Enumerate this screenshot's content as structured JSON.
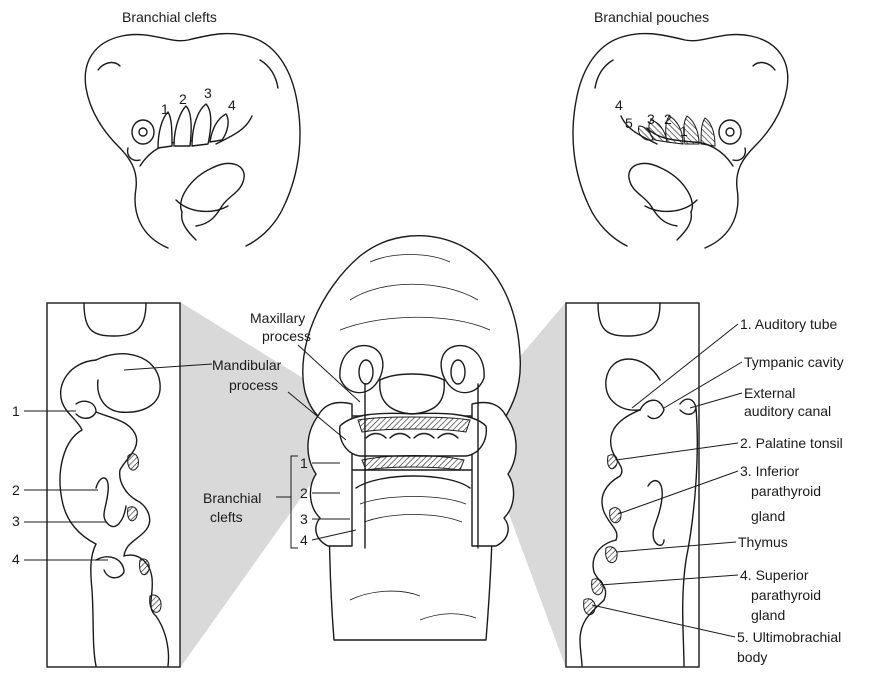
{
  "titles": {
    "left": "Branchial clefts",
    "right": "Branchial pouches"
  },
  "left_embryo_numbers": [
    "1",
    "2",
    "3",
    "4"
  ],
  "right_embryo_numbers": [
    "4",
    "5",
    "3",
    "2",
    "1"
  ],
  "center_labels": {
    "maxillary": [
      "Maxillary",
      "process"
    ],
    "mandibular": [
      "Mandibular",
      "process"
    ],
    "branchial_clefts": [
      "Branchial",
      "clefts"
    ],
    "cleft_numbers": [
      "1",
      "2",
      "3",
      "4"
    ]
  },
  "left_panel_numbers": [
    "1",
    "2",
    "3",
    "4"
  ],
  "right_labels": {
    "auditory_tube": "1. Auditory tube",
    "tympanic_cavity": "Tympanic cavity",
    "external_auditory_canal": [
      "External",
      "auditory canal"
    ],
    "palatine_tonsil": "2. Palatine tonsil",
    "inferior_parathyroid": [
      "3. Inferior",
      "parathyroid",
      "gland"
    ],
    "thymus": "Thymus",
    "superior_parathyroid": [
      "4. Superior",
      "parathyroid",
      "gland"
    ],
    "ultimobranchial": [
      "5. Ultimobrachial",
      "body"
    ]
  },
  "colors": {
    "ink": "#1a1a1a",
    "projection": "#d9d9d9",
    "background": "#ffffff"
  }
}
